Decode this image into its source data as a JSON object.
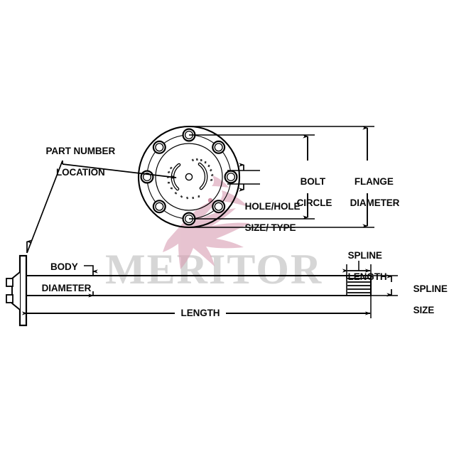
{
  "diagram": {
    "title": "Axle Shaft Dimension Diagram",
    "type": "engineering-line-drawing",
    "background_color": "#ffffff",
    "line_color": "#000000",
    "watermark": {
      "text": "MERITOR",
      "color": "#d6d6d6",
      "logo_color": "#d9a0b4",
      "logo_name": "meritor-bull-logo"
    },
    "callouts": {
      "part_number_location": "PART NUMBER\nLOCATION",
      "part_number_location_line1": "PART NUMBER",
      "part_number_location_line2": "LOCATION",
      "bolt_circle": "BOLT\nCIRCLE",
      "bolt_circle_line1": "BOLT",
      "bolt_circle_line2": "CIRCLE",
      "flange_diameter": "FLANGE\nDIAMETER",
      "flange_diameter_line1": "FLANGE",
      "flange_diameter_line2": "DIAMETER",
      "hole_size_type": "HOLE/HOLE\nSIZE/ TYPE",
      "hole_size_type_line1": "HOLE/HOLE",
      "hole_size_type_line2": "SIZE/ TYPE",
      "body_diameter": "BODY\nDIAMETER",
      "body_diameter_line1": "BODY",
      "body_diameter_line2": "DIAMETER",
      "length": "LENGTH",
      "spline_length": "SPLINE\nLENGTH",
      "spline_length_line1": "SPLINE",
      "spline_length_line2": "LENGTH",
      "spline_size": "SPLINE\nSIZE",
      "spline_size_line1": "SPLINE",
      "spline_size_line2": "SIZE"
    },
    "features": {
      "flange_bolt_hole_count": 8,
      "spline_hatch_count": 6,
      "flange_face_view": "front-view-circular-flange",
      "flange_side_view": "side-profile-flange",
      "shaft": "axle-shaft-body",
      "spline": "splined-shaft-end"
    }
  }
}
